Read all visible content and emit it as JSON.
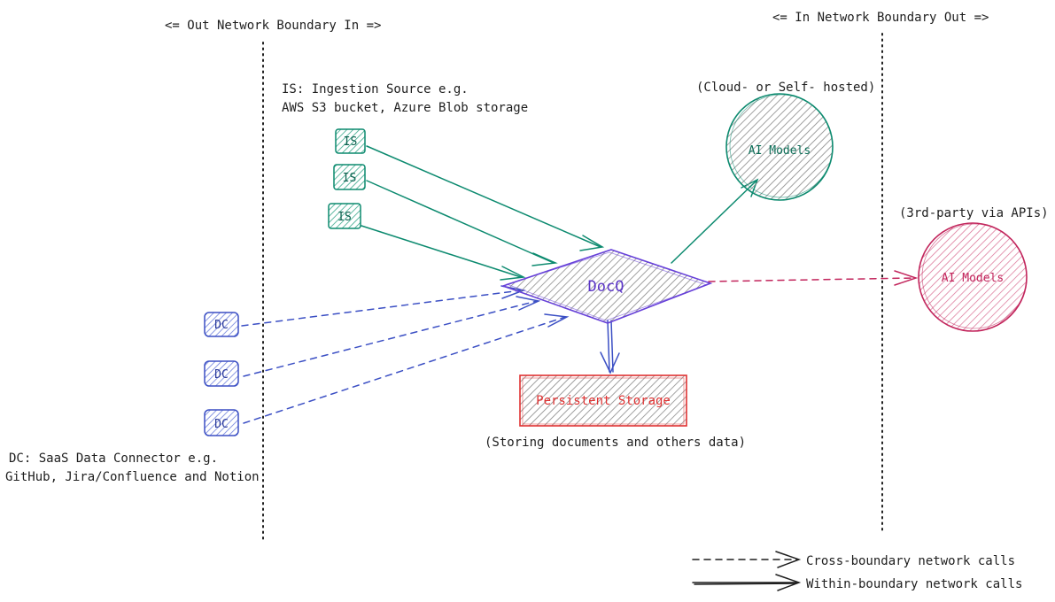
{
  "boundaries": {
    "out_label": "<= Out Network Boundary In =>",
    "in_label": "<= In Network Boundary Out =>"
  },
  "ingestion": {
    "description_line1": "IS: Ingestion Source e.g.",
    "description_line2": "AWS S3 bucket, Azure Blob storage",
    "nodes": [
      "IS",
      "IS",
      "IS"
    ]
  },
  "connectors": {
    "description_line1": "DC: SaaS Data Connector e.g.",
    "description_line2": "GitHub, Jira/Confluence and Notion",
    "nodes": [
      "DC",
      "DC",
      "DC"
    ]
  },
  "core": {
    "label": "DocQ"
  },
  "storage": {
    "label": "Persistent Storage",
    "caption": "(Storing documents and others data)"
  },
  "self_hosted": {
    "caption": "(Cloud- or Self- hosted)",
    "label": "AI Models"
  },
  "third_party": {
    "caption": "(3rd-party via APIs)",
    "label": "AI Models"
  },
  "legend": {
    "cross": "Cross-boundary network calls",
    "within": "Within-boundary network calls"
  },
  "colors": {
    "ink": "#1e1e1e",
    "teal": "#0c8a6f",
    "teal_fill": "#63c2a9",
    "blue": "#3b4fc4",
    "blue_fill": "#7b8ee3",
    "purple": "#6741d9",
    "gray_fill": "#9a9a9a",
    "red": "#e03131",
    "crimson": "#c2255c"
  }
}
